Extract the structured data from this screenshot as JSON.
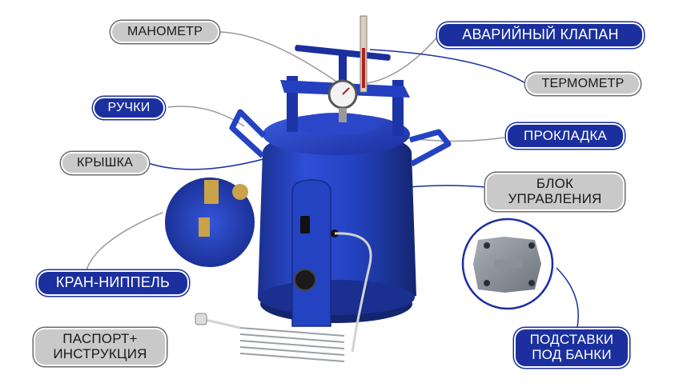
{
  "labels": {
    "manometer": "МАНОМЕТР",
    "emergency_valve": "АВАРИЙНЫЙ КЛАПАН",
    "thermometer": "ТЕРМОМЕТР",
    "handles": "РУЧКИ",
    "gasket": "ПРОКЛАДКА",
    "lid": "КРЫШКА",
    "control_unit_line1": "БЛОК",
    "control_unit_line2": "УПРАВЛЕНИЯ",
    "valve_nipple": "КРАН-НИППЕЛЬ",
    "passport_line1": "ПАСПОРТ+",
    "passport_line2": "ИНСТРУКЦИЯ",
    "stands_line1": "ПОДСТАВКИ",
    "stands_line2": "ПОД БАНКИ"
  },
  "colors": {
    "label_blue": "#1b2f9e",
    "label_gray": "#c9c9c9",
    "body_blue": "#1f3fbf",
    "leader_gray": "#9a9a9a",
    "leader_blue": "#1b2f9e"
  }
}
